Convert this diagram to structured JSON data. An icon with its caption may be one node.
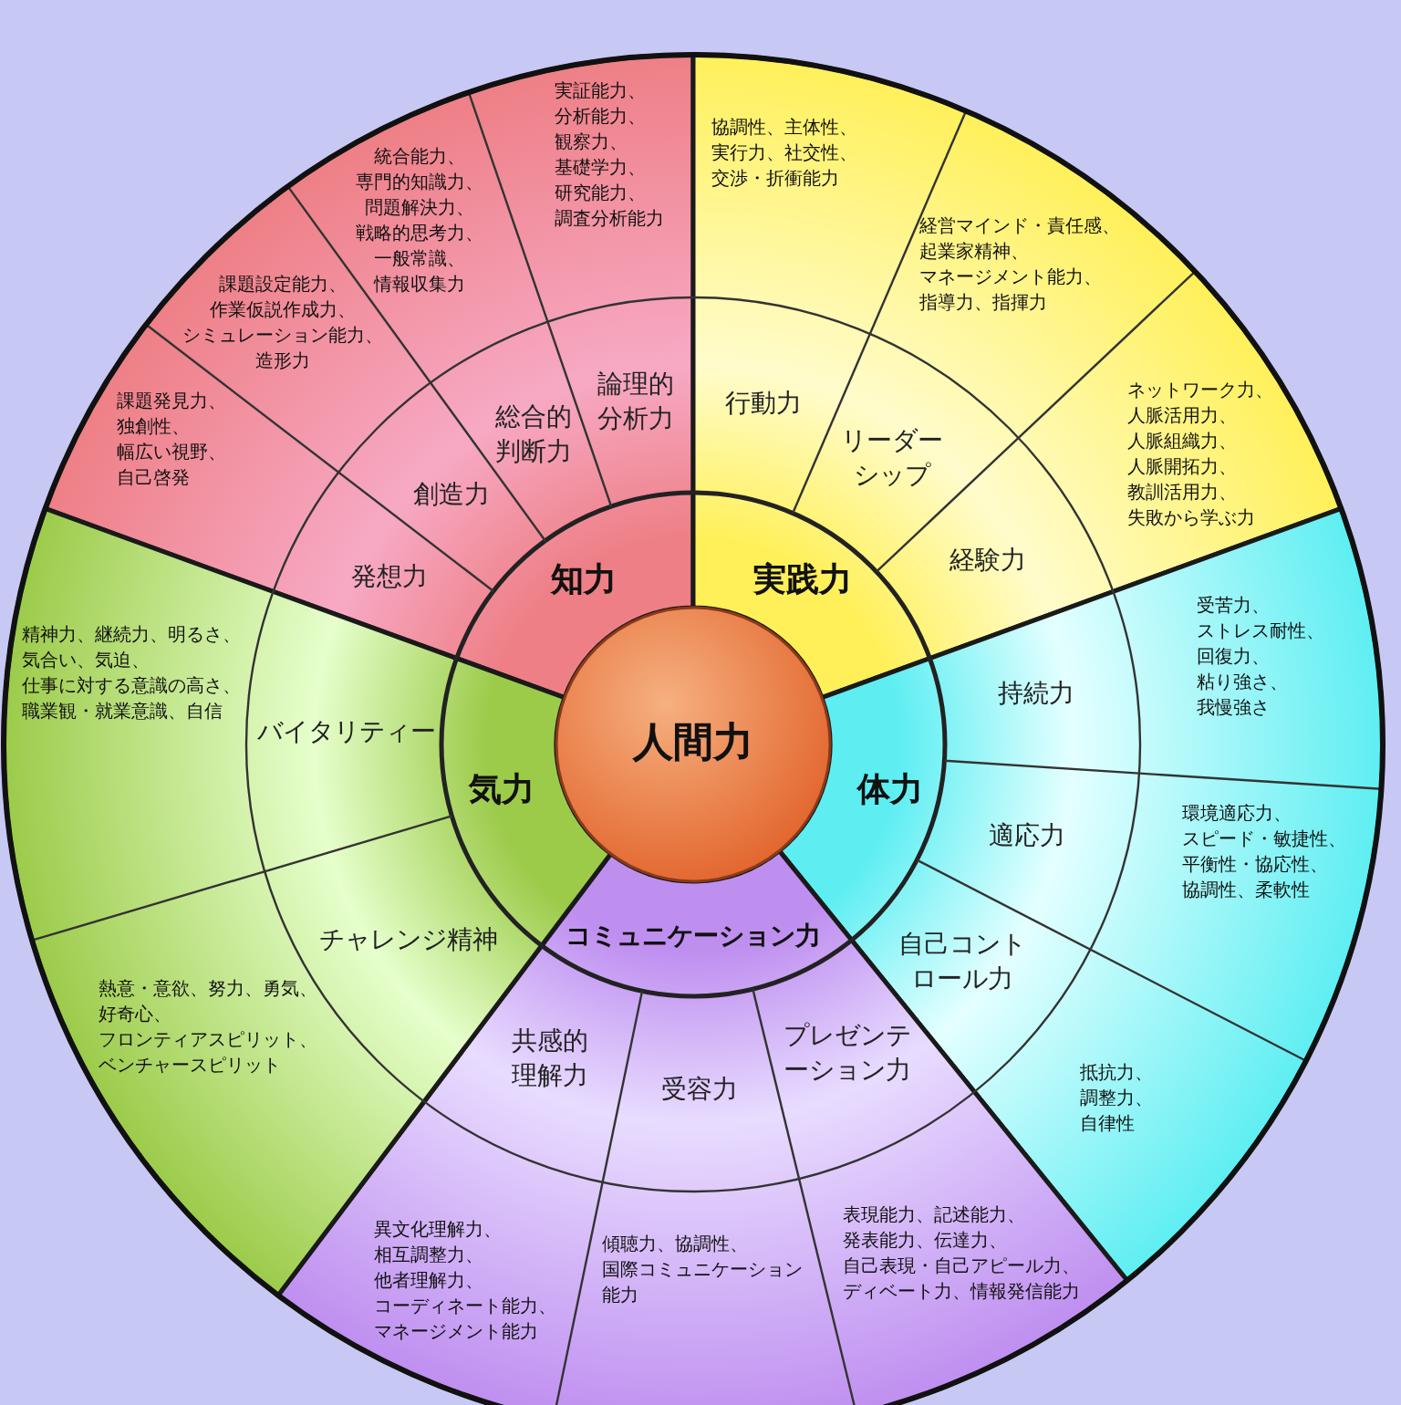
{
  "diagram": {
    "nodes": [
      {
        "text": [
          "人間力"
        ]
      },
      {
        "text": [
          "知力"
        ]
      },
      {
        "text": [
          "実践力"
        ]
      },
      {
        "text": [
          "体力"
        ]
      },
      {
        "text": [
          "コミュニケーション力"
        ]
      },
      {
        "text": [
          "気力"
        ]
      },
      {
        "text": [
          "論理的分析力"
        ]
      },
      {
        "text": [
          "総合的判断力"
        ]
      },
      {
        "text": [
          "創造力"
        ]
      },
      {
        "text": [
          "発想力"
        ]
      },
      {
        "text": [
          "行動力"
        ]
      },
      {
        "text": [
          "リーダーシップ"
        ]
      },
      {
        "text": [
          "経験力"
        ]
      },
      {
        "text": [
          "持続力"
        ]
      },
      {
        "text": [
          "適応力"
        ]
      },
      {
        "text": [
          "自己コントロール力"
        ]
      },
      {
        "text": [
          "共感的理解力"
        ]
      },
      {
        "text": [
          "受容力"
        ]
      },
      {
        "text": [
          "プレゼンテーション力"
        ]
      },
      {
        "text": [
          "チャレンジ精神"
        ]
      },
      {
        "text": [
          "バイタリティー"
        ]
      },
      {
        "text": [
          "実証能力、分析能力、観察力、基礎学力、研究能力、調査分析能力"
        ]
      },
      {
        "text": [
          "統合能力、専門的知識力、問題解決力、戦略的思考力、一般常識、情報収集力"
        ]
      },
      {
        "text": [
          "課題設定能力、作業仮説作成力、シミュレーション能力、造形力"
        ]
      },
      {
        "text": [
          "課題発見力、独創性、幅広い視野、自己啓発"
        ]
      },
      {
        "text": [
          "協調性、主体性、実行力、社交性、交渉・折衝能力"
        ]
      },
      {
        "text": [
          "経営マインド・責任感、起業家精神、マネージメント能力、指導力、指揮力"
        ]
      },
      {
        "text": [
          "ネットワーク力、人脈活用力、人脈組織力、人脈開拓力、教訓活用力、失敗から学ぶ力"
        ]
      },
      {
        "text": [
          "受苦力、ストレス耐性、回復力、粘り強さ、我慢強さ"
        ]
      },
      {
        "text": [
          "環境適応力、スピード・敏捷性、平衡性・協応性、協調性、柔軟性"
        ]
      },
      {
        "text": [
          "抵抗力、調整力、自律性"
        ]
      },
      {
        "text": [
          "異文化理解力、相互調整力、他者理解力、コーディネート能力、マネージメント能力"
        ]
      },
      {
        "text": [
          "傾聴力、協調性、国際コミュニケーション能力"
        ]
      },
      {
        "text": [
          "表現能力、記述能力、発表能力、伝達力、自己表現・自己アピール力、ディベート力、情報発信能力"
        ]
      },
      {
        "text": [
          "熱意・意欲、努力、勇気、好奇心、フロンティアスピリット、ベンチャースピリット"
        ]
      },
      {
        "text": [
          "精神力、継続力、明るさ、気合い、気迫、仕事に対する意識の高さ、職業観・就業意識、自信"
        ]
      }
    ]
  }
}
